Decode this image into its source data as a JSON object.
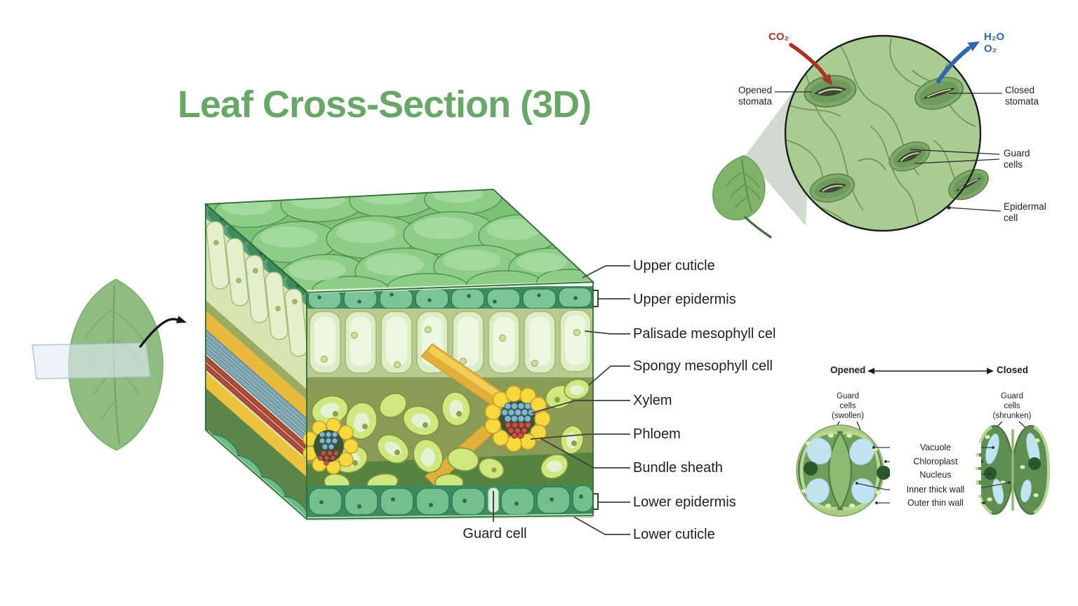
{
  "title": "Leaf Cross-Section (3D)",
  "colors": {
    "title_green": "#69a769",
    "label_text": "#1f1f1f",
    "co2_red": "#a73228",
    "gas_blue": "#2f66ad",
    "leaf_green": "#8fbc80",
    "circle_green": "#a8cc92",
    "epidermis_teal": "#7cc59b",
    "palisade_pale": "#dcedc8",
    "spongy_yellow_green": "#cfe87e",
    "bundle_sheath_yellow": "#f8d83f",
    "xylem_blue": "#86b5c9",
    "phloem_red": "#c8544a"
  },
  "main_figure": {
    "labels": [
      "Upper cuticle",
      "Upper epidermis",
      "Palisade mesophyll cel",
      "Spongy mesophyll cell",
      "Xylem",
      "Phloem",
      "Bundle sheath",
      "Lower epidermis",
      "Lower cuticle"
    ],
    "guard_cell": "Guard cell"
  },
  "stomata_figure": {
    "co2": "CO₂",
    "h2o_o2": "H₂O\nO₂",
    "opened_stomata": "Opened\nstomata",
    "closed_stomata": "Closed\nstomata",
    "guard_cells": "Guard\ncells",
    "epidermal_cell": "Epidermal\ncell"
  },
  "guard_cells_figure": {
    "opened": "Opened",
    "closed": "Closed",
    "swollen": "Guard\ncells\n(swollen)",
    "shrunken": "Guard\ncells\n(shrunken)",
    "labels": [
      "Vacuole",
      "Chloroplast",
      "Nucleus",
      "Inner thick wall",
      "Outer thin wall"
    ]
  }
}
